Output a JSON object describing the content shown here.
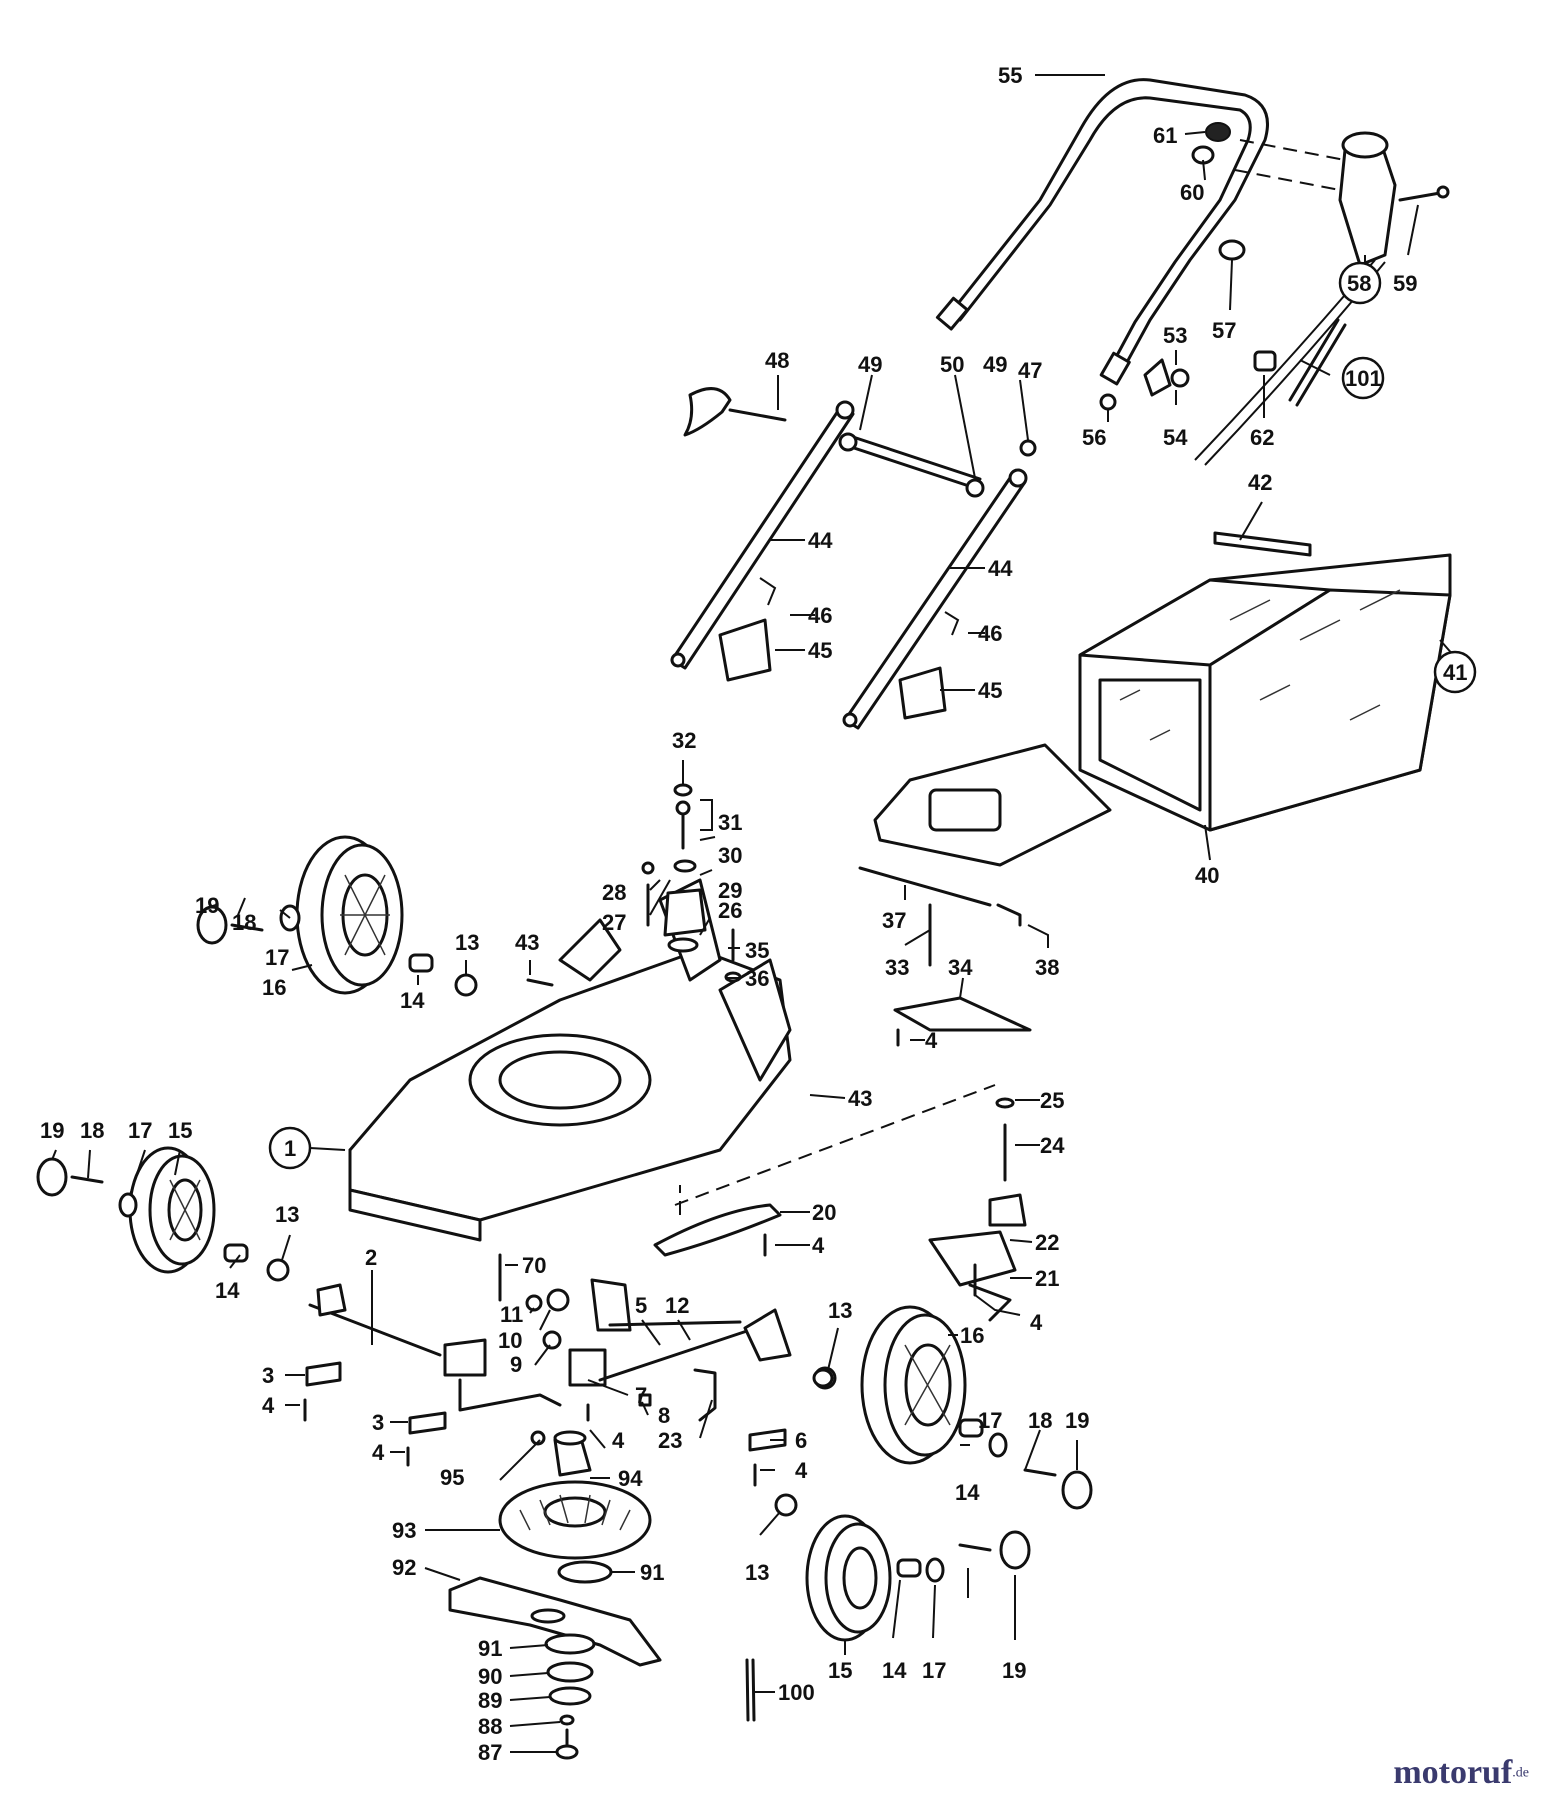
{
  "callouts": [
    {
      "id": "c55",
      "text": "55"
    },
    {
      "id": "c61",
      "text": "61"
    },
    {
      "id": "c60",
      "text": "60"
    },
    {
      "id": "c58",
      "text": "58",
      "circled": true
    },
    {
      "id": "c59",
      "text": "59"
    },
    {
      "id": "c57",
      "text": "57"
    },
    {
      "id": "c101",
      "text": "101",
      "circled": true
    },
    {
      "id": "c53",
      "text": "53"
    },
    {
      "id": "c54",
      "text": "54"
    },
    {
      "id": "c56",
      "text": "56"
    },
    {
      "id": "c62",
      "text": "62"
    },
    {
      "id": "c48",
      "text": "48"
    },
    {
      "id": "c49a",
      "text": "49"
    },
    {
      "id": "c50",
      "text": "50"
    },
    {
      "id": "c49b",
      "text": "49"
    },
    {
      "id": "c47",
      "text": "47"
    },
    {
      "id": "c44a",
      "text": "44"
    },
    {
      "id": "c44b",
      "text": "44"
    },
    {
      "id": "c46a",
      "text": "46"
    },
    {
      "id": "c46b",
      "text": "46"
    },
    {
      "id": "c45a",
      "text": "45"
    },
    {
      "id": "c45b",
      "text": "45"
    },
    {
      "id": "c42",
      "text": "42"
    },
    {
      "id": "c41",
      "text": "41",
      "circled": true
    },
    {
      "id": "c40",
      "text": "40"
    },
    {
      "id": "c32",
      "text": "32"
    },
    {
      "id": "c31",
      "text": "31"
    },
    {
      "id": "c30",
      "text": "30"
    },
    {
      "id": "c29",
      "text": "29"
    },
    {
      "id": "c28",
      "text": "28"
    },
    {
      "id": "c27",
      "text": "27"
    },
    {
      "id": "c26",
      "text": "26"
    },
    {
      "id": "c35",
      "text": "35"
    },
    {
      "id": "c36",
      "text": "36"
    },
    {
      "id": "c37",
      "text": "37"
    },
    {
      "id": "c33",
      "text": "33"
    },
    {
      "id": "c34",
      "text": "34"
    },
    {
      "id": "c38",
      "text": "38"
    },
    {
      "id": "c4a",
      "text": "4"
    },
    {
      "id": "c19a",
      "text": "19"
    },
    {
      "id": "c18a",
      "text": "18"
    },
    {
      "id": "c17a",
      "text": "17"
    },
    {
      "id": "c16a",
      "text": "16"
    },
    {
      "id": "c14a",
      "text": "14"
    },
    {
      "id": "c13a",
      "text": "13"
    },
    {
      "id": "c43a",
      "text": "43"
    },
    {
      "id": "c43b",
      "text": "43"
    },
    {
      "id": "c1",
      "text": "1",
      "circled": true
    },
    {
      "id": "c19b",
      "text": "19"
    },
    {
      "id": "c18b",
      "text": "18"
    },
    {
      "id": "c17b",
      "text": "17"
    },
    {
      "id": "c15a",
      "text": "15"
    },
    {
      "id": "c13b",
      "text": "13"
    },
    {
      "id": "c14b",
      "text": "14"
    },
    {
      "id": "c25",
      "text": "25"
    },
    {
      "id": "c24",
      "text": "24"
    },
    {
      "id": "c20",
      "text": "20"
    },
    {
      "id": "c4b",
      "text": "4"
    },
    {
      "id": "c22",
      "text": "22"
    },
    {
      "id": "c21",
      "text": "21"
    },
    {
      "id": "c4c",
      "text": "4"
    },
    {
      "id": "c70",
      "text": "70"
    },
    {
      "id": "c2",
      "text": "2"
    },
    {
      "id": "c11",
      "text": "11"
    },
    {
      "id": "c10",
      "text": "10"
    },
    {
      "id": "c9",
      "text": "9"
    },
    {
      "id": "c5",
      "text": "5"
    },
    {
      "id": "c12",
      "text": "12"
    },
    {
      "id": "c8",
      "text": "8"
    },
    {
      "id": "c7",
      "text": "7"
    },
    {
      "id": "c13c",
      "text": "13"
    },
    {
      "id": "c3a",
      "text": "3"
    },
    {
      "id": "c4d",
      "text": "4"
    },
    {
      "id": "c3b",
      "text": "3"
    },
    {
      "id": "c4e",
      "text": "4"
    },
    {
      "id": "c4f",
      "text": "4"
    },
    {
      "id": "c23",
      "text": "23"
    },
    {
      "id": "c6",
      "text": "6"
    },
    {
      "id": "c4g",
      "text": "4"
    },
    {
      "id": "c95",
      "text": "95"
    },
    {
      "id": "c94",
      "text": "94"
    },
    {
      "id": "c16b",
      "text": "16"
    },
    {
      "id": "c17c",
      "text": "17"
    },
    {
      "id": "c18c",
      "text": "18"
    },
    {
      "id": "c19c",
      "text": "19"
    },
    {
      "id": "c14c",
      "text": "14"
    },
    {
      "id": "c93",
      "text": "93"
    },
    {
      "id": "c92",
      "text": "92"
    },
    {
      "id": "c91a",
      "text": "91"
    },
    {
      "id": "c13d",
      "text": "13"
    },
    {
      "id": "c15b",
      "text": "15"
    },
    {
      "id": "c14d",
      "text": "14"
    },
    {
      "id": "c17d",
      "text": "17"
    },
    {
      "id": "c19d",
      "text": "19"
    },
    {
      "id": "c91b",
      "text": "91"
    },
    {
      "id": "c90",
      "text": "90"
    },
    {
      "id": "c89",
      "text": "89"
    },
    {
      "id": "c88",
      "text": "88"
    },
    {
      "id": "c87",
      "text": "87"
    },
    {
      "id": "c100",
      "text": "100"
    }
  ],
  "watermark": {
    "main": "motoruf",
    "suffix": ".de"
  }
}
